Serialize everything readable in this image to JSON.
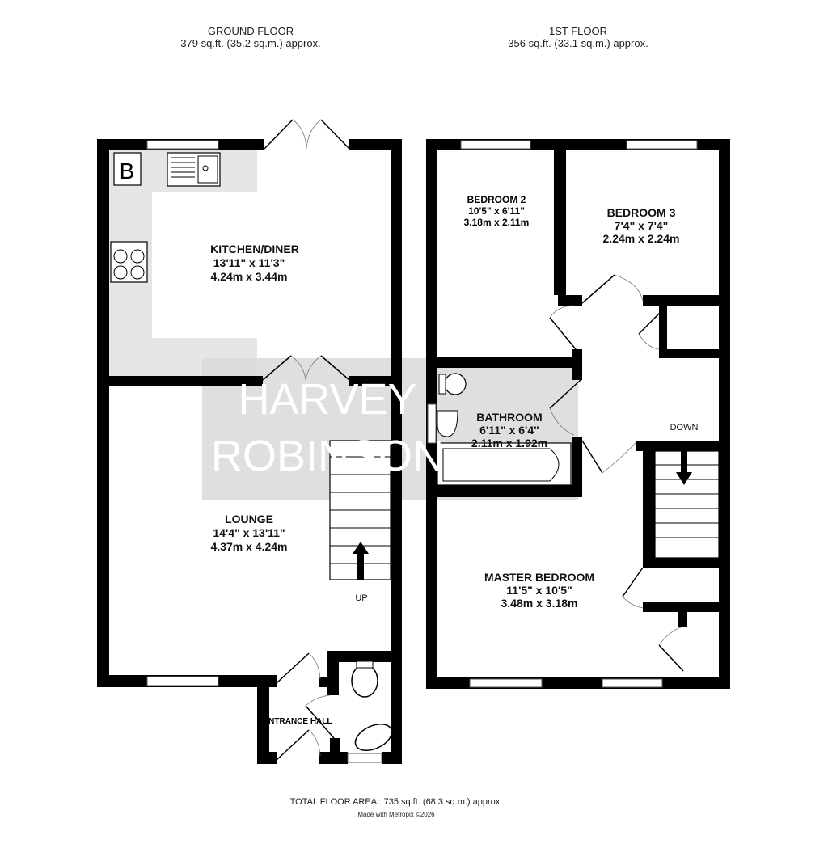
{
  "ground_floor": {
    "title": "GROUND FLOOR",
    "area": "379 sq.ft. (35.2 sq.m.) approx.",
    "rooms": [
      {
        "name": "KITCHEN/DINER",
        "imperial": "13'11\"  x 11'3\"",
        "metric": "4.24m  x 3.44m"
      },
      {
        "name": "LOUNGE",
        "imperial": "14'4\"  x 13'11\"",
        "metric": "4.37m  x 4.24m"
      },
      {
        "name": "ENTRANCE HALL"
      }
    ],
    "boiler_label": "B",
    "stairs_label": "UP"
  },
  "first_floor": {
    "title": "1ST FLOOR",
    "area": "356 sq.ft. (33.1 sq.m.) approx.",
    "rooms": [
      {
        "name": "BEDROOM 2",
        "imperial": "10'5\"  x 6'11\"",
        "metric": "3.18m  x 2.11m"
      },
      {
        "name": "BEDROOM 3",
        "imperial": "7'4\"  x 7'4\"",
        "metric": "2.24m  x 2.24m"
      },
      {
        "name": "BATHROOM",
        "imperial": "6'11\"  x 6'4\"",
        "metric": "2.11m  x 1.92m"
      },
      {
        "name": "MASTER BEDROOM",
        "imperial": "11'5\"  x 10'5\"",
        "metric": "3.48m  x 3.18m"
      }
    ],
    "stairs_label": "DOWN"
  },
  "footer": {
    "total_area": "TOTAL FLOOR AREA : 735 sq.ft. (68.3 sq.m.) approx.",
    "credit": "Made with Metropix ©2026"
  },
  "watermark": {
    "line1": "HARVEY",
    "line2": "ROBINSON"
  },
  "colors": {
    "wall": "#000000",
    "kitchen_fill": "#e6e6e6",
    "watermark_bg": "#d9d9d9"
  }
}
